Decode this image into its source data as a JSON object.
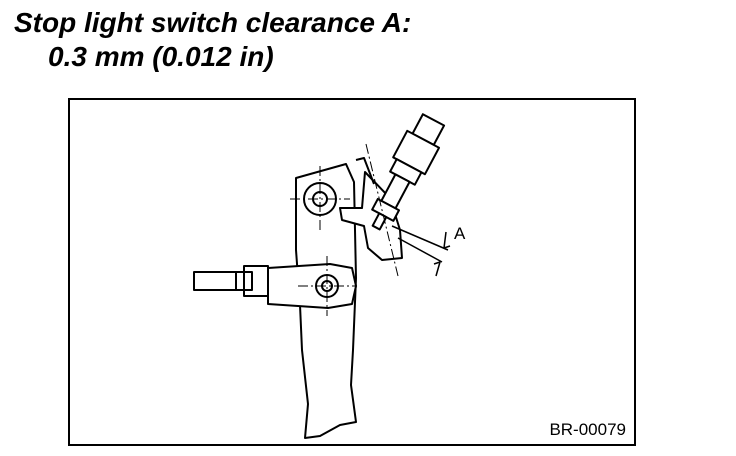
{
  "heading": {
    "line1": "Stop light switch clearance A:",
    "line2": "0.3 mm (0.012 in)"
  },
  "diagram": {
    "dimension_label": "A",
    "figure_code": "BR-00079"
  }
}
